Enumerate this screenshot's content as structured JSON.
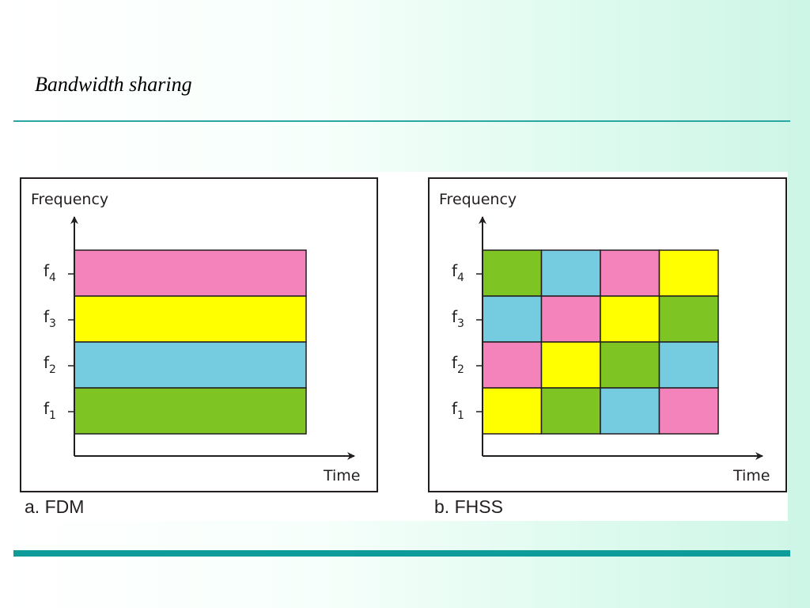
{
  "slide": {
    "title": "Bandwidth sharing"
  },
  "colors": {
    "pink": "#f483bc",
    "yellow": "#ffff00",
    "blue": "#75cbe0",
    "green": "#7ec422",
    "rule": "#0d9c99"
  },
  "fdm": {
    "caption": "a. FDM",
    "y_axis_label": "Frequency",
    "x_axis_label": "Time",
    "freq_labels": [
      "f",
      "f",
      "f",
      "f"
    ],
    "freq_subscripts": [
      "4",
      "3",
      "2",
      "1"
    ],
    "bands_top_to_bottom": [
      "pink",
      "yellow",
      "blue",
      "green"
    ]
  },
  "fhss": {
    "caption": "b. FHSS",
    "y_axis_label": "Frequency",
    "x_axis_label": "Time",
    "freq_labels": [
      "f",
      "f",
      "f",
      "f"
    ],
    "freq_subscripts": [
      "4",
      "3",
      "2",
      "1"
    ],
    "grid_rows_top_to_bottom": [
      [
        "green",
        "blue",
        "pink",
        "yellow"
      ],
      [
        "blue",
        "pink",
        "yellow",
        "green"
      ],
      [
        "pink",
        "yellow",
        "green",
        "blue"
      ],
      [
        "yellow",
        "green",
        "blue",
        "pink"
      ]
    ]
  }
}
